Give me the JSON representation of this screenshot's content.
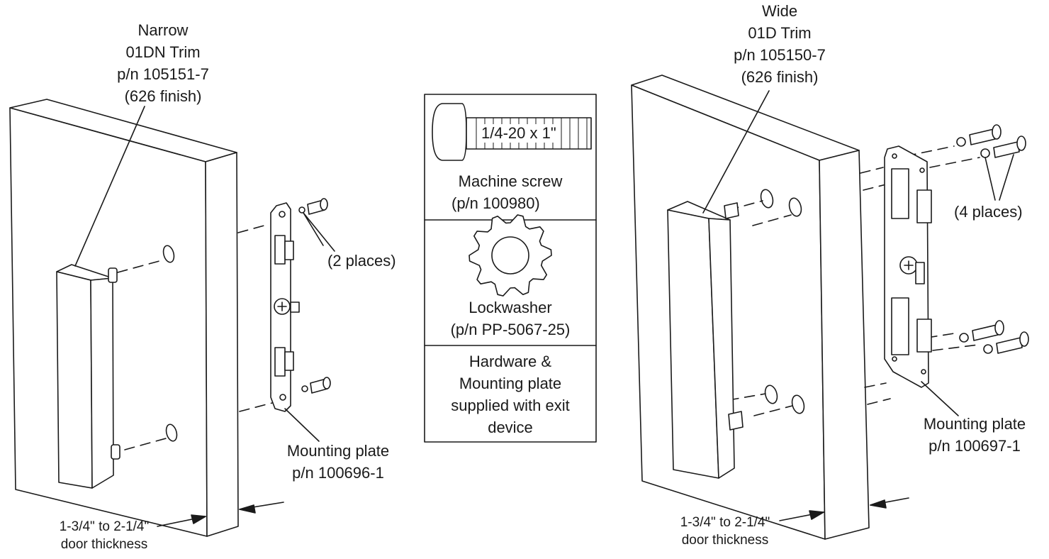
{
  "narrow": {
    "title": [
      "Narrow",
      "01DN Trim",
      "p/n 105151-7",
      "(626 finish)"
    ],
    "places": "(2 places)",
    "plate": [
      "Mounting plate",
      "p/n 100696-1"
    ],
    "thickness": [
      "1-3/4\" to 2-1/4\"",
      "door thickness"
    ]
  },
  "wide": {
    "title": [
      "Wide",
      "01D Trim",
      "p/n 105150-7",
      "(626 finish)"
    ],
    "places": "(4 places)",
    "plate": [
      "Mounting plate",
      "p/n 100697-1"
    ],
    "thickness": [
      "1-3/4\" to 2-1/4\"",
      "door thickness"
    ]
  },
  "legend": {
    "screw_size": "1/4-20 x 1\"",
    "screw": [
      "Machine screw",
      "(p/n 100980)"
    ],
    "washer": [
      "Lockwasher",
      "(p/n PP-5067-25)"
    ],
    "note": [
      "Hardware &",
      "Mounting plate",
      "supplied with exit",
      "device"
    ]
  }
}
